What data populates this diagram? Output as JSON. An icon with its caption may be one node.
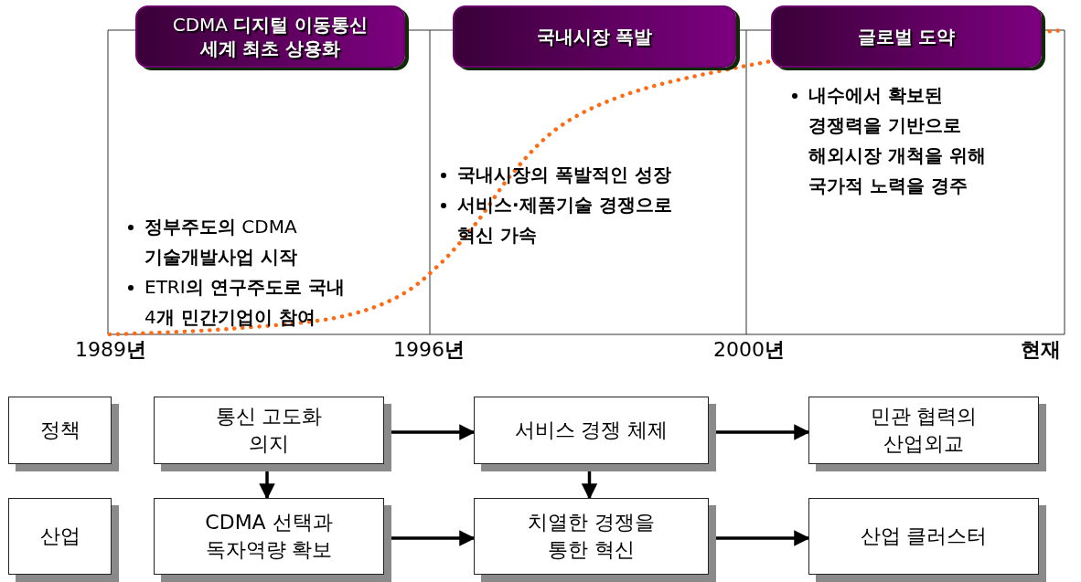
{
  "diagram": {
    "nodes": [
      {
        "text": [
          "CDMA **디지털 이동통신 세계 최초 상용화**"
        ]
      },
      {
        "text": [
          "국내시장 폭발"
        ]
      },
      {
        "text": [
          "글로벌 도약"
        ]
      },
      {
        "text": [
          "정책"
        ]
      },
      {
        "text": [
          "통신 고도화 의지"
        ]
      },
      {
        "text": [
          "서비스 경쟁 체제"
        ]
      },
      {
        "text": [
          "민관 협력의 산업외교"
        ]
      },
      {
        "text": [
          "산업"
        ]
      },
      {
        "text": [
          "CDMA 선택과 독자역량 확보"
        ]
      },
      {
        "text": [
          "치열한 경쟁을 통한 혁신"
        ]
      },
      {
        "text": [
          "산업 클러스터"
        ]
      }
    ],
    "edges": [
      {
        "from": 4,
        "to": 5,
        "arrow": "to"
      },
      {
        "from": 5,
        "to": 6,
        "arrow": "to"
      },
      {
        "from": 4,
        "to": 8,
        "arrow": "to"
      },
      {
        "from": 5,
        "to": 9,
        "arrow": "to"
      },
      {
        "from": 8,
        "to": 9,
        "arrow": "to"
      },
      {
        "from": 9,
        "to": 10,
        "arrow": "to"
      }
    ],
    "labels": [
      "**정부주도의** CDMA **기술개발사업 시작**",
      "ETRI**의 연구주도로 국내** 4**개 민간기업이 참여**",
      "국내시장의 폭발적인 성장",
      "서비스·제품기술 경쟁으로 혁신 가속",
      "내수에서 확보된 경쟁력을 기반으로 해외시장 개척을 위해 국가적 노력을 경주",
      "1989**년**",
      "1996**년**",
      "2000**년**",
      "**현재**"
    ]
  }
}
